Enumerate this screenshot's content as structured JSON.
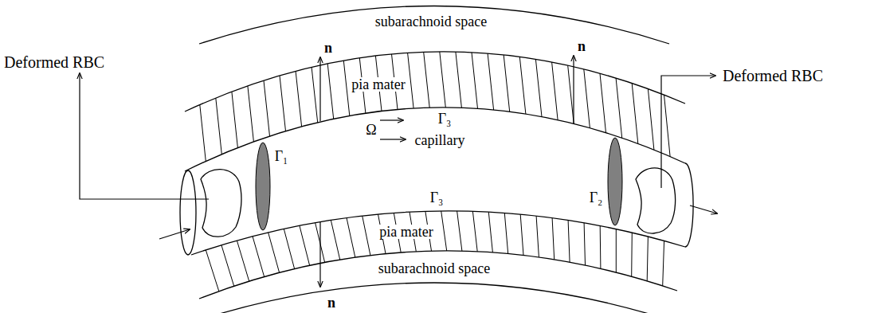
{
  "diagram": {
    "labels": [
      "Deformed RBC",
      "subarachnoid space",
      "n",
      "n",
      "pia mater",
      "Γ₁",
      "Ω",
      "Γ₃",
      "capillary",
      "Γ₂",
      "Deformed RBC",
      "pia mater",
      "Γ₃",
      "subarachnoid space",
      "n"
    ]
  }
}
